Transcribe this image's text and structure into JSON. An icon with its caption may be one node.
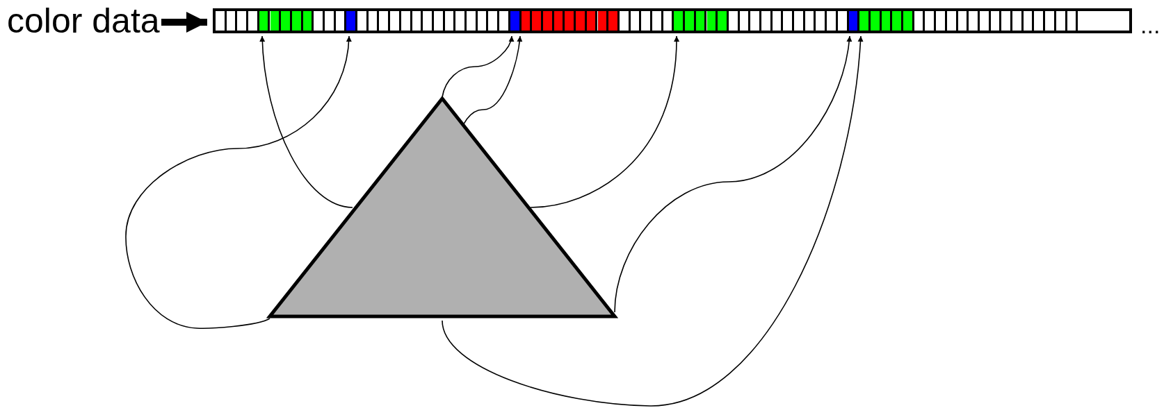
{
  "diagram": {
    "nodes": [
      {
        "text": [
          "color data"
        ]
      },
      {
        "text": [],
        "shape": "bar"
      },
      {
        "text": [],
        "shape": "box",
        "in": 1
      },
      {
        "text": [],
        "shape": "box",
        "in": 1
      },
      {
        "text": [],
        "shape": "box",
        "in": 1
      },
      {
        "text": [],
        "shape": "box",
        "in": 1
      },
      {
        "text": [],
        "shape": "box",
        "in": 1
      },
      {
        "text": [],
        "shape": "box",
        "in": 1
      },
      {
        "text": [],
        "shape": "box",
        "in": 1
      },
      {
        "text": [],
        "shape": "triangle"
      }
    ],
    "edges": [
      {
        "from": 0,
        "to": 1,
        "arrow": "to",
        "style": "thick"
      },
      {
        "from": 9,
        "to": 2,
        "arrow": "to"
      },
      {
        "from": 9,
        "to": 3,
        "arrow": "to"
      },
      {
        "from": 9,
        "to": 4,
        "arrow": "to"
      },
      {
        "from": 9,
        "to": 5,
        "arrow": "to"
      },
      {
        "from": 9,
        "to": 6,
        "arrow": "to"
      },
      {
        "from": 9,
        "to": 7,
        "arrow": "to"
      },
      {
        "from": 9,
        "to": 8,
        "arrow": "to"
      }
    ],
    "labels": [
      "..."
    ]
  }
}
